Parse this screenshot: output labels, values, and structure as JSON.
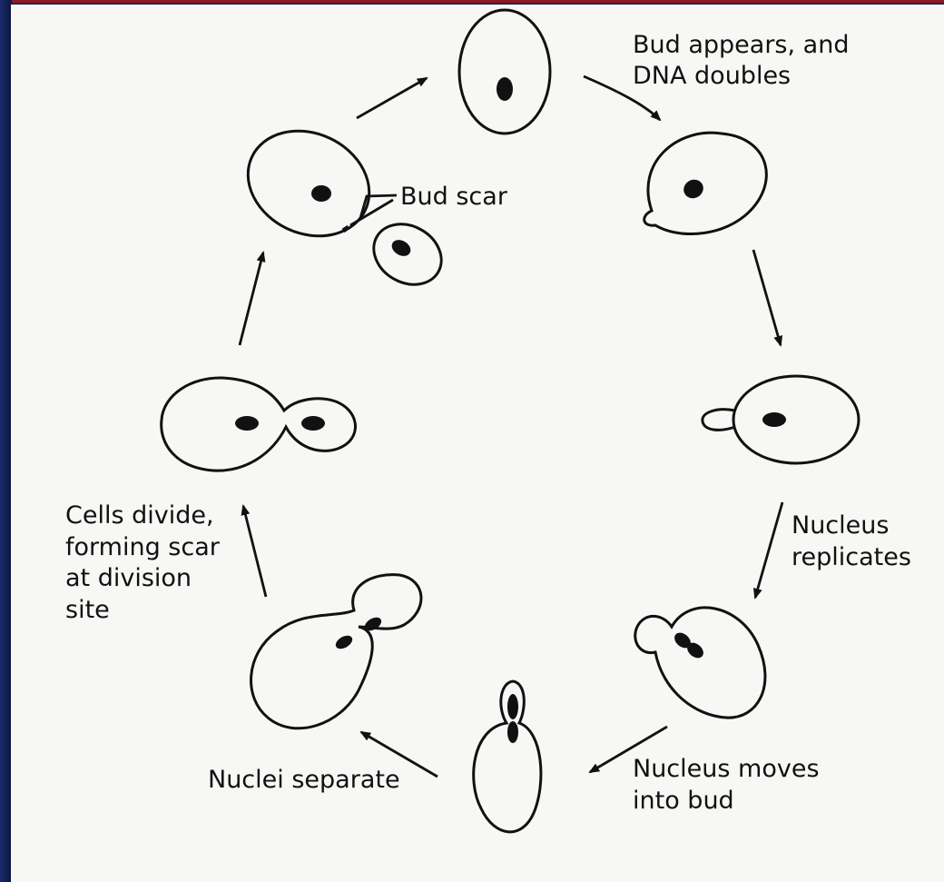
{
  "labels": {
    "bud_appears_1": "Bud appears, and",
    "bud_appears_2": "DNA doubles",
    "bud_scar": "Bud scar",
    "nucleus_replicates_1": "Nucleus",
    "nucleus_replicates_2": "replicates",
    "nucleus_moves_1": "Nucleus moves",
    "nucleus_moves_2": "into bud",
    "nuclei_separate": "Nuclei separate",
    "cells_divide_1": "Cells divide,",
    "cells_divide_2": "forming scar",
    "cells_divide_3": "at division",
    "cells_divide_4": "site"
  },
  "colors": {
    "ink": "#111111",
    "paper": "#f7f7f5",
    "border_blue": "#141b4a",
    "border_red": "#8a1a24"
  }
}
